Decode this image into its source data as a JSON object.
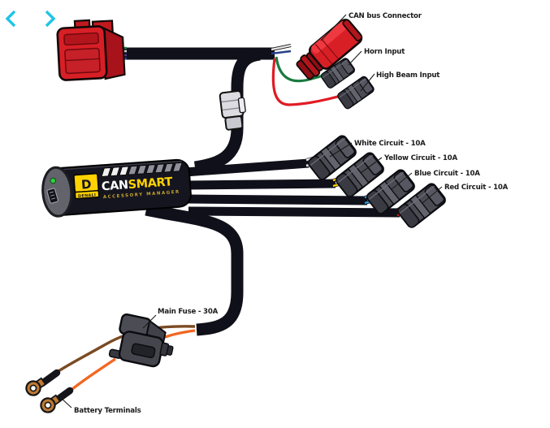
{
  "carousel": {
    "accent_color": "#1fc4e8",
    "icons": {
      "prev": "chevron-left",
      "next": "chevron-right"
    }
  },
  "diagram": {
    "labels": {
      "can_bus": "CAN bus Connector",
      "horn": "Horn Input",
      "high_beam": "High Beam Input",
      "white_circuit": "White Circuit - 10A",
      "yellow_circuit": "Yellow Circuit - 10A",
      "blue_circuit": "Blue Circuit - 10A",
      "red_circuit": "Red Circuit - 10A",
      "main_fuse": "Main Fuse - 30A",
      "battery": "Battery Terminals"
    },
    "device": {
      "logo_letter": "D",
      "brand": "DENALI",
      "name_part1": "CAN",
      "name_part2": "SMART",
      "subtitle": "ACCESSORY MANAGER"
    },
    "colors": {
      "connector_red": "#d81f26",
      "brand_yellow": "#ffd200",
      "wire_green": "#1a7a40",
      "wire_red": "#e01b24",
      "wire_orange": "#f26722",
      "wire_brown": "#7b4a22",
      "wire_yellow": "#ffd500",
      "wire_blue": "#2e9fe0",
      "wire_white": "#ededed",
      "cable_black": "#10101a",
      "connector_gray": "#4b4b54"
    }
  }
}
